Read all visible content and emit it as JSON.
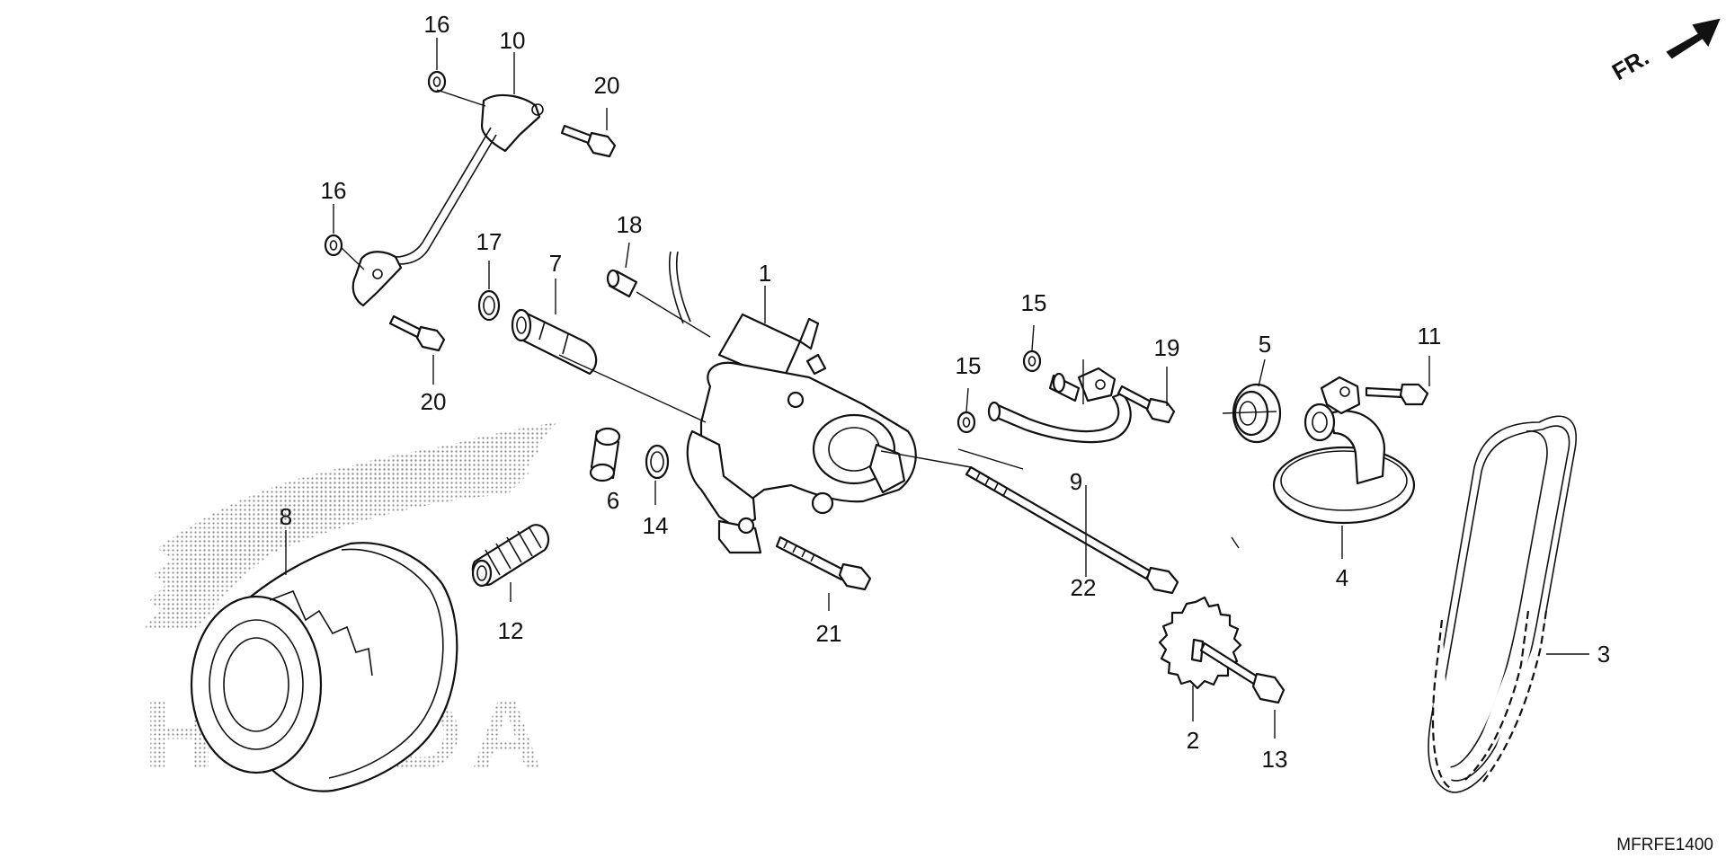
{
  "diagram": {
    "code": "MFRFE1400",
    "direction_label": "FR.",
    "watermark": "HONDA",
    "callouts": [
      {
        "id": "c1",
        "text": "1"
      },
      {
        "id": "c2",
        "text": "2"
      },
      {
        "id": "c3",
        "text": "3"
      },
      {
        "id": "c4",
        "text": "4"
      },
      {
        "id": "c5",
        "text": "5"
      },
      {
        "id": "c6",
        "text": "6"
      },
      {
        "id": "c7",
        "text": "7"
      },
      {
        "id": "c8",
        "text": "8"
      },
      {
        "id": "c9",
        "text": "9"
      },
      {
        "id": "c10",
        "text": "10"
      },
      {
        "id": "c11",
        "text": "11"
      },
      {
        "id": "c12",
        "text": "12"
      },
      {
        "id": "c13",
        "text": "13"
      },
      {
        "id": "c14",
        "text": "14"
      },
      {
        "id": "c15a",
        "text": "15"
      },
      {
        "id": "c15b",
        "text": "15"
      },
      {
        "id": "c16a",
        "text": "16"
      },
      {
        "id": "c16b",
        "text": "16"
      },
      {
        "id": "c17",
        "text": "17"
      },
      {
        "id": "c18",
        "text": "18"
      },
      {
        "id": "c19",
        "text": "19"
      },
      {
        "id": "c20a",
        "text": "20"
      },
      {
        "id": "c20b",
        "text": "20"
      },
      {
        "id": "c21",
        "text": "21"
      },
      {
        "id": "c22",
        "text": "22"
      }
    ]
  }
}
